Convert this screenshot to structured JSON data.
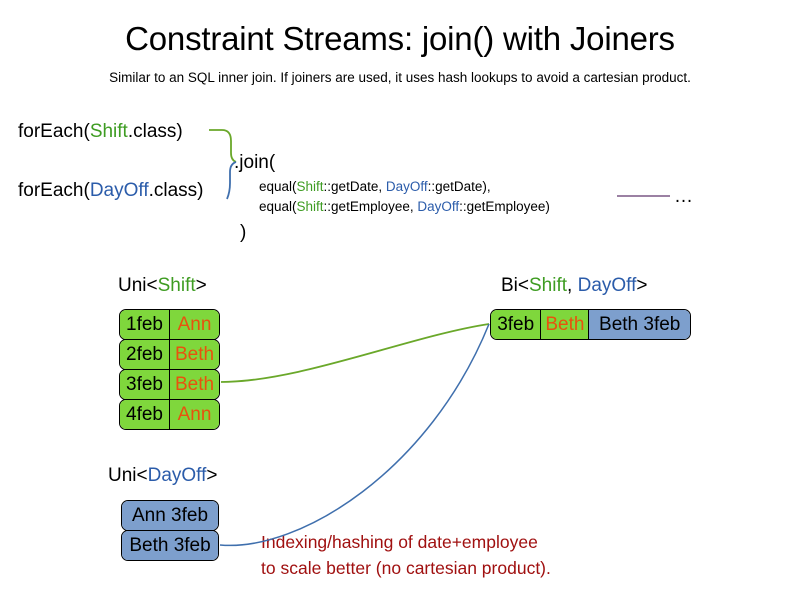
{
  "header": {
    "title": "Constraint Streams: join() with Joiners",
    "subtitle": "Similar to an SQL inner join. If joiners are used, it uses hash lookups to avoid a cartesian product."
  },
  "code": {
    "foreach_shift": {
      "prefix": "forEach(",
      "type": "Shift",
      "suffix": ".class)"
    },
    "foreach_dayoff": {
      "prefix": "forEach(",
      "type": "DayOff",
      "suffix": ".class)"
    },
    "join_open": ".join(",
    "join_close": ")",
    "joiner_1": {
      "prefix": "equal(",
      "left_type": "Shift",
      "left_ref": "::getDate, ",
      "right_type": "DayOff",
      "right_ref": "::getDate),"
    },
    "joiner_2": {
      "prefix": "equal(",
      "left_type": "Shift",
      "left_ref": "::getEmployee, ",
      "right_type": "DayOff",
      "right_ref": "::getEmployee)"
    },
    "ellipsis": "…"
  },
  "streams": {
    "uni_shift": {
      "label_prefix": "Uni<",
      "label_type": "Shift",
      "label_suffix": ">",
      "rows": [
        {
          "date": "1feb",
          "employee": "Ann"
        },
        {
          "date": "2feb",
          "employee": "Beth"
        },
        {
          "date": "3feb",
          "employee": "Beth"
        },
        {
          "date": "4feb",
          "employee": "Ann"
        }
      ]
    },
    "uni_dayoff": {
      "label_prefix": "Uni<",
      "label_type": "DayOff",
      "label_suffix": ">",
      "rows": [
        {
          "value": "Ann 3feb"
        },
        {
          "value": "Beth 3feb"
        }
      ]
    },
    "bi": {
      "label_prefix": "Bi<",
      "label_type_a": "Shift",
      "label_separator": ", ",
      "label_type_b": "DayOff",
      "label_suffix": ">",
      "row": {
        "date": "3feb",
        "employee": "Beth",
        "dayoff": "Beth 3feb"
      }
    }
  },
  "annotation": {
    "line1": "Indexing/hashing of date+employee",
    "line2": "to scale better (no cartesian product)."
  },
  "colors": {
    "shift_green_text": "#3e9c22",
    "dayoff_blue_text": "#2b5caa",
    "box_green_fill": "#7fd73c",
    "box_blue_fill": "#7d9fcd",
    "employee_orange": "#e8520e",
    "annotation_red": "#a01010",
    "connector_green": "#6aa82a",
    "connector_blue": "#3f6fad",
    "rule_purple": "#8d6f96"
  }
}
